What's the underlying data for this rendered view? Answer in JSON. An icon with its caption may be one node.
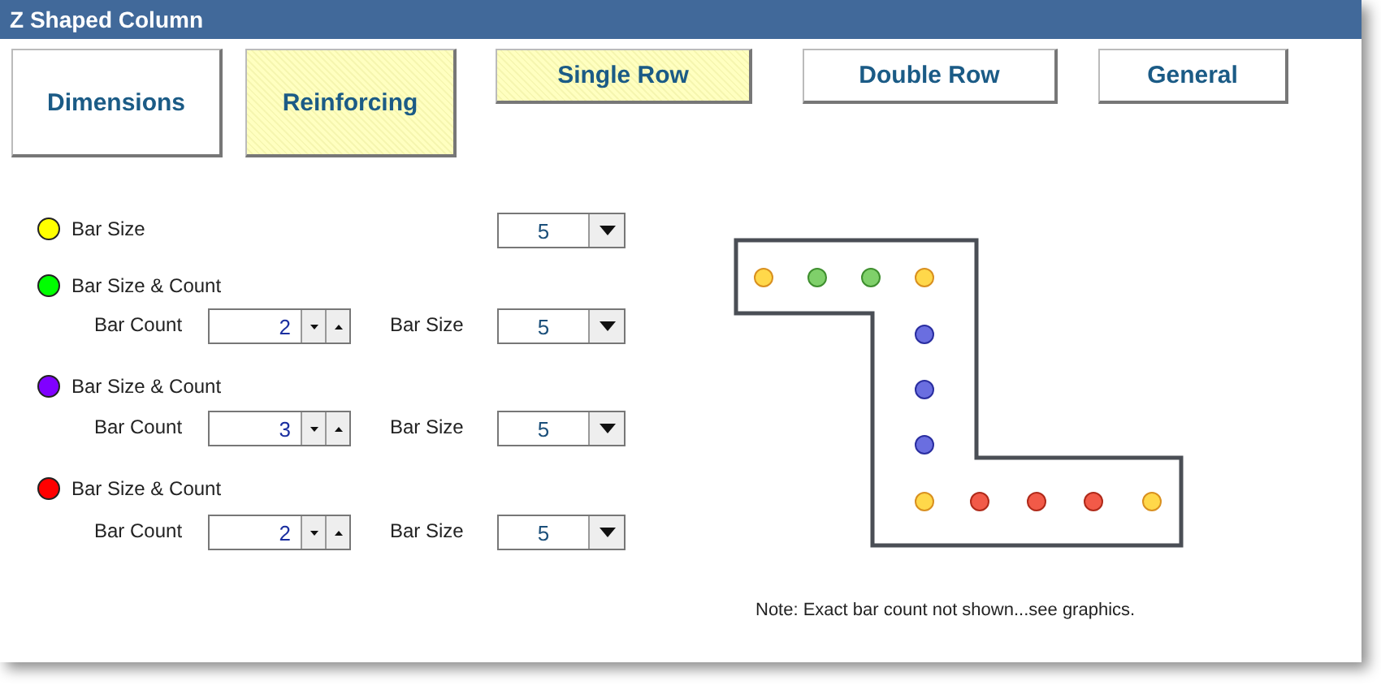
{
  "diagram": {
    "title": "Z Shaped Column",
    "nodes": [
      {
        "text": [
          "Dimensions"
        ]
      },
      {
        "text": [
          "Reinforcing"
        ]
      },
      {
        "text": [
          "Single Row"
        ]
      },
      {
        "text": [
          "Double Row"
        ]
      },
      {
        "text": [
          "General"
        ]
      }
    ],
    "labels": [
      "5",
      "Bar Count",
      "2",
      "Bar Size",
      "5",
      "Bar Count",
      "3",
      "Bar Size",
      "5",
      "Bar Count",
      "2",
      "Bar Size",
      "5",
      "Note: Exact bar count not shown...see graphics."
    ],
    "legend": [
      {
        "text": "Bar Size",
        "color": "#ffff00"
      },
      {
        "text": "Bar Size & Count",
        "color": "#00ff00"
      },
      {
        "text": "Bar Size & Count",
        "color": "#8000ff"
      },
      {
        "text": "Bar Size & Count",
        "color": "#ff0000"
      }
    ]
  }
}
